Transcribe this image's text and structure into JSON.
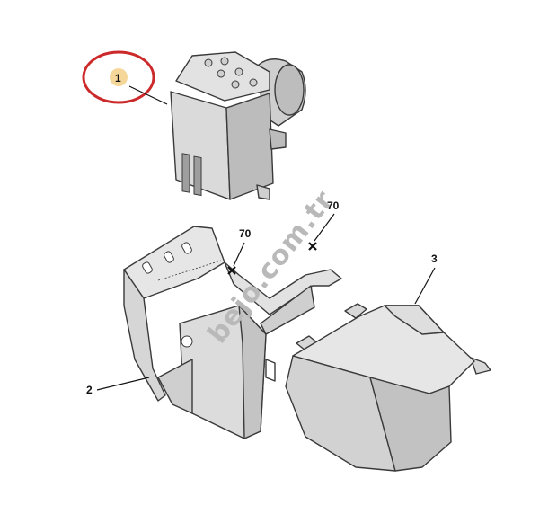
{
  "diagram": {
    "callouts": {
      "part_1": "1",
      "part_2": "2",
      "part_3": "3",
      "fastener_a": "70",
      "fastener_b": "70"
    },
    "watermark": "bejo.com.tr",
    "highlight_color": "#cc2a2a",
    "bubble_color": "#f6d79a"
  }
}
